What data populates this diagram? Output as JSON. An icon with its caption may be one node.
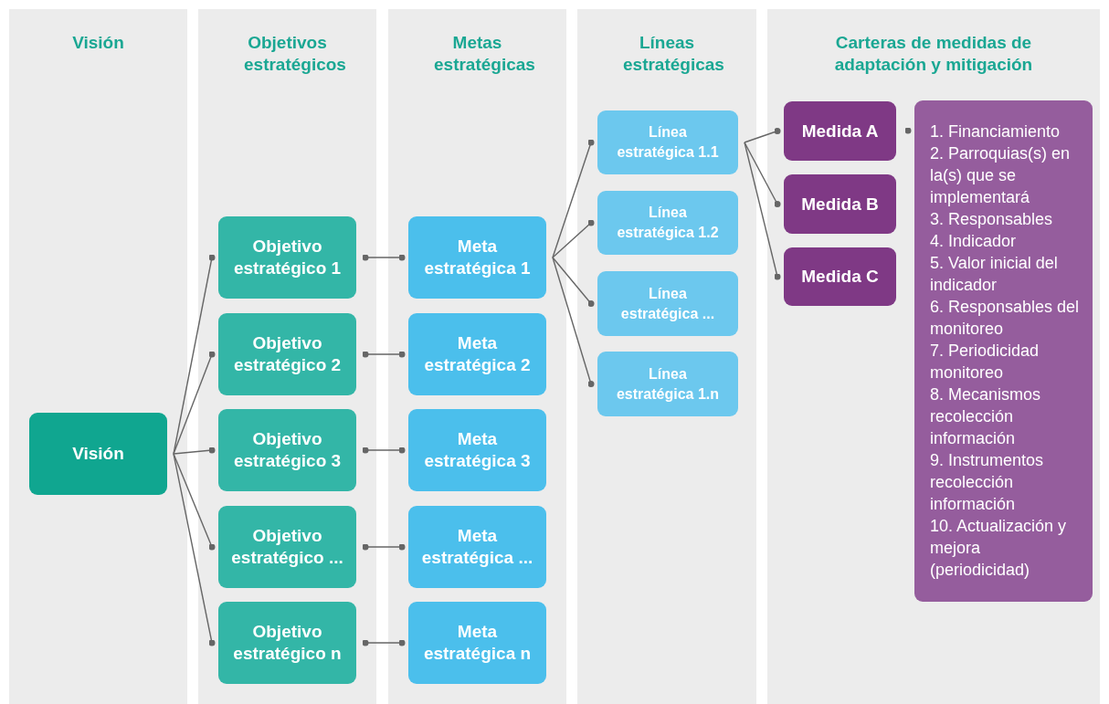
{
  "diagram": {
    "nodes": [
      {
        "text": [
          "Visión"
        ]
      },
      {
        "text": [
          "Objetivos estratégicos"
        ]
      },
      {
        "text": [
          "Metas estratégicas"
        ]
      },
      {
        "text": [
          "Líneas estratégicas"
        ]
      },
      {
        "text": [
          "Carteras de medidas de adaptación y mitigación"
        ]
      },
      {
        "text": [
          "Visión"
        ],
        "in": 0
      },
      {
        "text": [
          "Objetivo estratégico 1"
        ],
        "in": 1
      },
      {
        "text": [
          "Objetivo estratégico 2"
        ],
        "in": 1
      },
      {
        "text": [
          "Objetivo estratégico 3"
        ],
        "in": 1
      },
      {
        "text": [
          "Objetivo estratégico ..."
        ],
        "in": 1
      },
      {
        "text": [
          "Objetivo estratégico n"
        ],
        "in": 1
      },
      {
        "text": [
          "Meta estratégica 1"
        ],
        "in": 2
      },
      {
        "text": [
          "Meta estratégica 2"
        ],
        "in": 2
      },
      {
        "text": [
          "Meta estratégica 3"
        ],
        "in": 2
      },
      {
        "text": [
          "Meta estratégica ..."
        ],
        "in": 2
      },
      {
        "text": [
          "Meta estratégica n"
        ],
        "in": 2
      },
      {
        "text": [
          "Línea estratégica 1.1"
        ],
        "in": 3
      },
      {
        "text": [
          "Línea estratégica 1.2"
        ],
        "in": 3
      },
      {
        "text": [
          "Línea estratégica ..."
        ],
        "in": 3
      },
      {
        "text": [
          "Línea estratégica 1.n"
        ],
        "in": 3
      },
      {
        "text": [
          "Medida A"
        ],
        "in": 4
      },
      {
        "text": [
          "Medida B"
        ],
        "in": 4
      },
      {
        "text": [
          "Medida C"
        ],
        "in": 4
      },
      {
        "text": [
          "1. Financiamiento",
          "2. Parroquias(s) en la(s) que se implementará",
          "3. Responsables",
          "4. Indicador",
          "5. Valor inicial del indicador",
          "6. Responsables del monitoreo",
          "7. Periodicidad monitoreo",
          "8. Mecanismos recolección información",
          "9. Instrumentos recolección información",
          "10. Actualización y mejora (periodicidad)"
        ],
        "in": 4
      }
    ],
    "edges": [
      {
        "from": 5,
        "to": 6,
        "arrow": "other"
      },
      {
        "from": 5,
        "to": 7,
        "arrow": "other"
      },
      {
        "from": 5,
        "to": 8,
        "arrow": "other"
      },
      {
        "from": 5,
        "to": 9,
        "arrow": "other"
      },
      {
        "from": 5,
        "to": 10,
        "arrow": "other"
      },
      {
        "from": 6,
        "to": 11,
        "arrow": "other"
      },
      {
        "from": 7,
        "to": 12,
        "arrow": "other"
      },
      {
        "from": 8,
        "to": 13,
        "arrow": "other"
      },
      {
        "from": 9,
        "to": 14,
        "arrow": "other"
      },
      {
        "from": 10,
        "to": 15,
        "arrow": "other"
      },
      {
        "from": 11,
        "to": 16,
        "arrow": "other"
      },
      {
        "from": 11,
        "to": 17,
        "arrow": "other"
      },
      {
        "from": 11,
        "to": 18,
        "arrow": "other"
      },
      {
        "from": 11,
        "to": 19,
        "arrow": "other"
      },
      {
        "from": 16,
        "to": 20,
        "arrow": "other"
      },
      {
        "from": 16,
        "to": 21,
        "arrow": "other"
      },
      {
        "from": 16,
        "to": 22,
        "arrow": "other"
      },
      {
        "from": 20,
        "to": 23,
        "arrow": "other"
      }
    ]
  }
}
